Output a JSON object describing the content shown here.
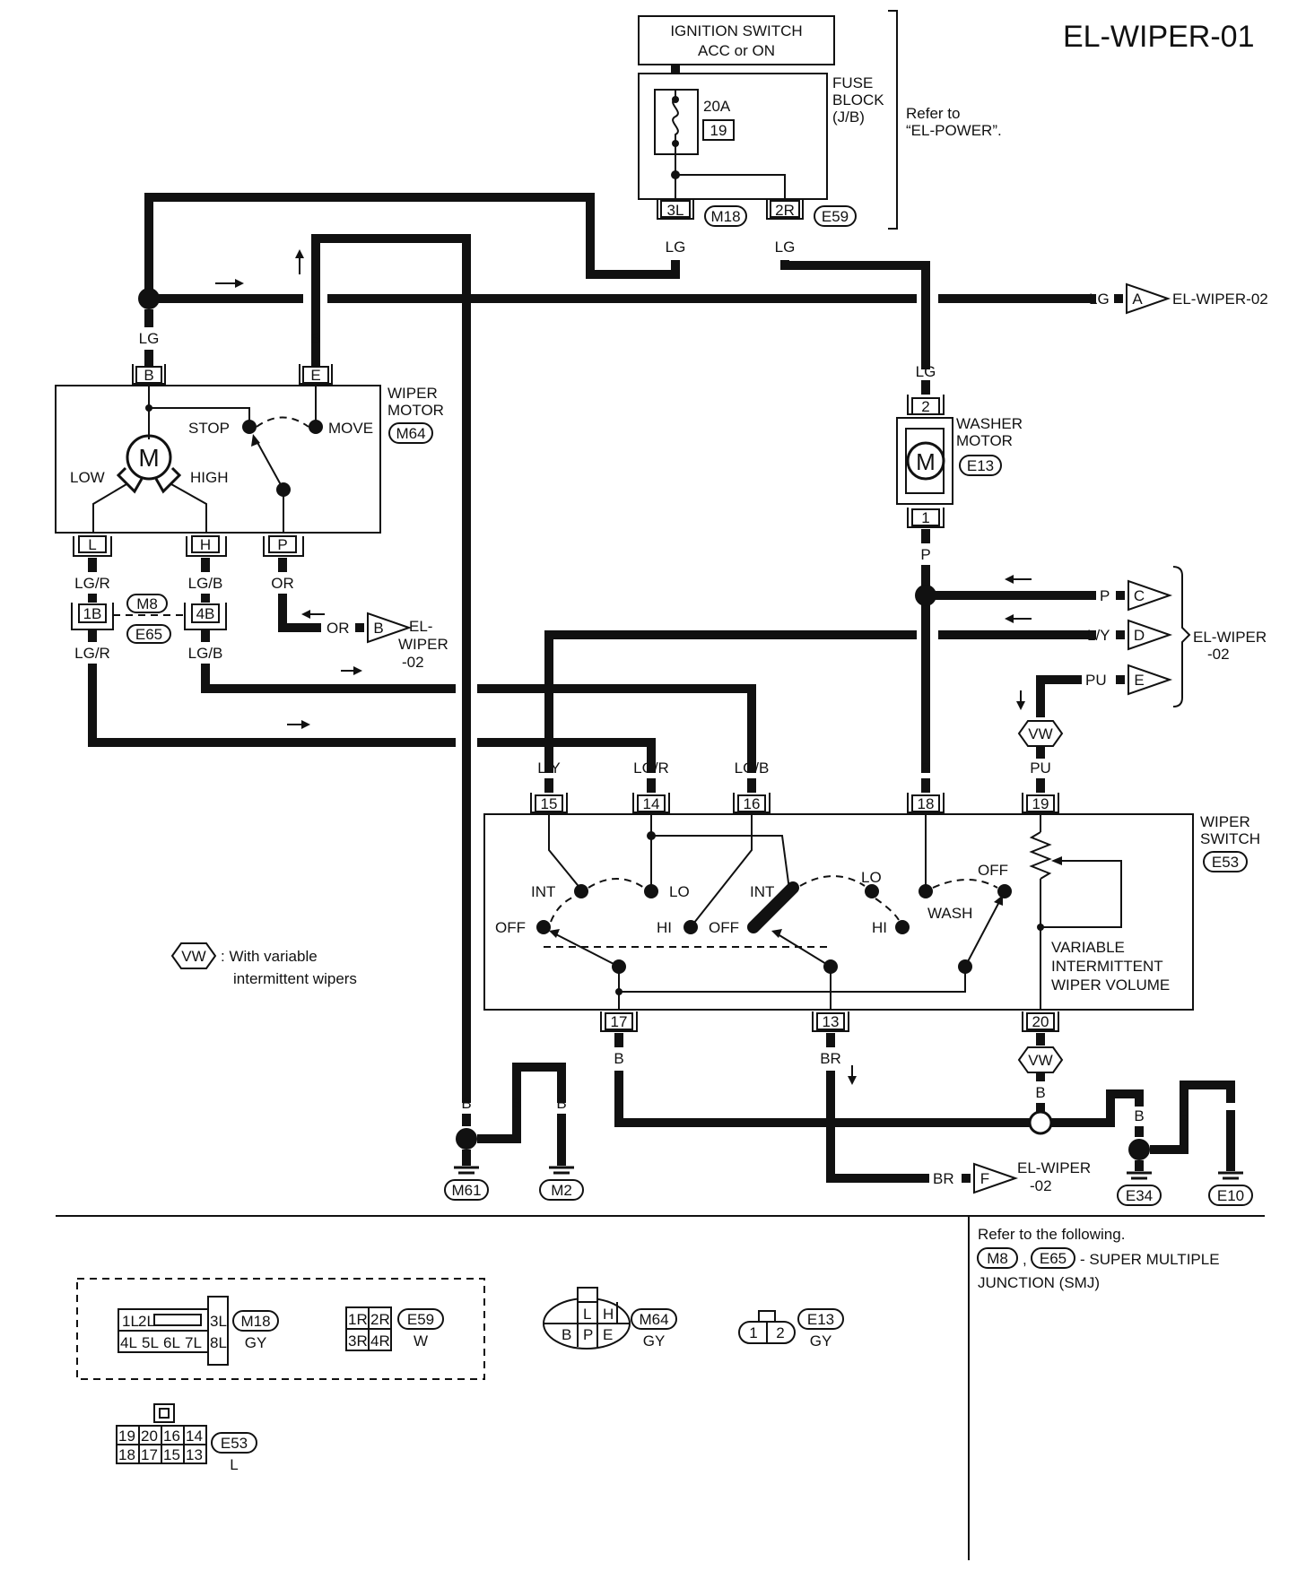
{
  "page": {
    "title": "EL-WIPER-01"
  },
  "power": {
    "ignition_line1": "IGNITION SWITCH",
    "ignition_line2": "ACC or ON",
    "fuse_block_line1": "FUSE",
    "fuse_block_line2": "BLOCK",
    "fuse_block_line3": "(J/B)",
    "fuse_rating": "20A",
    "fuse_number": "19",
    "refer_line1": "Refer to",
    "refer_line2": "“EL-POWER”.",
    "conn_3l": "3L",
    "conn_m18": "M18",
    "conn_2r": "2R",
    "conn_e59": "E59",
    "wire_lg_left": "LG",
    "wire_lg_right": "LG"
  },
  "offpage": {
    "a_wire": "LG",
    "a_letter": "A",
    "a_ref": "EL-WIPER-02",
    "b_wire": "OR",
    "b_letter": "B",
    "b_ref_line1": "EL-",
    "b_ref_line2": "WIPER",
    "b_ref_line3": "-02",
    "c_wire": "P",
    "c_letter": "C",
    "d_wire": "L/Y",
    "d_letter": "D",
    "e_wire": "PU",
    "e_letter": "E",
    "cde_ref_line1": "EL-WIPER",
    "cde_ref_line2": "-02",
    "f_wire": "BR",
    "f_letter": "F",
    "f_ref_line1": "EL-WIPER",
    "f_ref_line2": "-02"
  },
  "wiper_motor": {
    "label_line1": "WIPER",
    "label_line2": "MOTOR",
    "conn": "M64",
    "pin_b": "B",
    "pin_e": "E",
    "pin_l": "L",
    "pin_h": "H",
    "pin_p": "P",
    "motor_symbol": "M",
    "stop": "STOP",
    "move": "MOVE",
    "low": "LOW",
    "high": "HIGH",
    "wire_b_top": "LG",
    "wire_e_top": "B",
    "wire_l": "LG/R",
    "wire_h": "LG/B",
    "wire_p": "OR"
  },
  "smj": {
    "pin_1b": "1B",
    "pin_4b": "4B",
    "conn_m8": "M8",
    "conn_e65": "E65",
    "wire_1b_out": "LG/R",
    "wire_4b_out": "LG/B"
  },
  "washer_motor": {
    "label_line1": "WASHER",
    "label_line2": "MOTOR",
    "conn": "E13",
    "pin_2": "2",
    "pin_1": "1",
    "motor_symbol": "M",
    "wire_top": "LG",
    "wire_bottom": "P"
  },
  "wiper_switch": {
    "label_line1": "WIPER",
    "label_line2": "SWITCH",
    "conn": "E53",
    "pin_15": "15",
    "pin_14": "14",
    "pin_16": "16",
    "pin_18": "18",
    "pin_19": "19",
    "pin_17": "17",
    "pin_13": "13",
    "pin_20": "20",
    "wire_15": "L/Y",
    "wire_14": "LG/R",
    "wire_16": "LG/B",
    "wire_18": "P",
    "wire_19": "PU",
    "wire_17": "B",
    "wire_13": "BR",
    "wire_20": "B",
    "int_1": "INT",
    "lo_1": "LO",
    "off_1": "OFF",
    "hi_1": "HI",
    "int_2": "INT",
    "lo_2": "LO",
    "off_2": "OFF",
    "hi_2": "HI",
    "wash": "WASH",
    "off_3": "OFF",
    "variable_line1": "VARIABLE",
    "variable_line2": "INTERMITTENT",
    "variable_line3": "WIPER VOLUME"
  },
  "vw_note": {
    "symbol": "VW",
    "text_line1": ": With variable",
    "text_line2": "intermittent wipers"
  },
  "grounds": {
    "m61": "M61",
    "m2": "M2",
    "e34": "E34",
    "e10": "E10",
    "wire_b1": "B",
    "wire_b2": "B",
    "wire_b3": "B",
    "wire_b4": "B",
    "wire_b5": "B"
  },
  "refer_box": {
    "line1": "Refer to the following.",
    "conn_m8": "M8",
    "sep": ",",
    "conn_e65": "E65",
    "line2_suffix": "- SUPER MULTIPLE",
    "line3": "JUNCTION (SMJ)"
  },
  "connector_views": {
    "m18_name": "M18",
    "m18_color": "GY",
    "m18_pins_top": [
      "1L",
      "2L",
      "3L"
    ],
    "m18_pins_bottom": [
      "4L",
      "5L",
      "6L",
      "7L",
      "8L"
    ],
    "e59_name": "E59",
    "e59_color": "W",
    "e59_pins_top": [
      "1R",
      "2R"
    ],
    "e59_pins_bottom": [
      "3R",
      "4R"
    ],
    "m64_name": "M64",
    "m64_color": "GY",
    "m64_pins_top": [
      "L",
      "H"
    ],
    "m64_pins_bottom": [
      "B",
      "P",
      "E"
    ],
    "e13_name": "E13",
    "e13_color": "GY",
    "e13_pins": [
      "1",
      "2"
    ],
    "e53_name": "E53",
    "e53_color": "L",
    "e53_pins_top": [
      "19",
      "20",
      "16",
      "14"
    ],
    "e53_pins_bottom": [
      "18",
      "17",
      "15",
      "13"
    ]
  }
}
